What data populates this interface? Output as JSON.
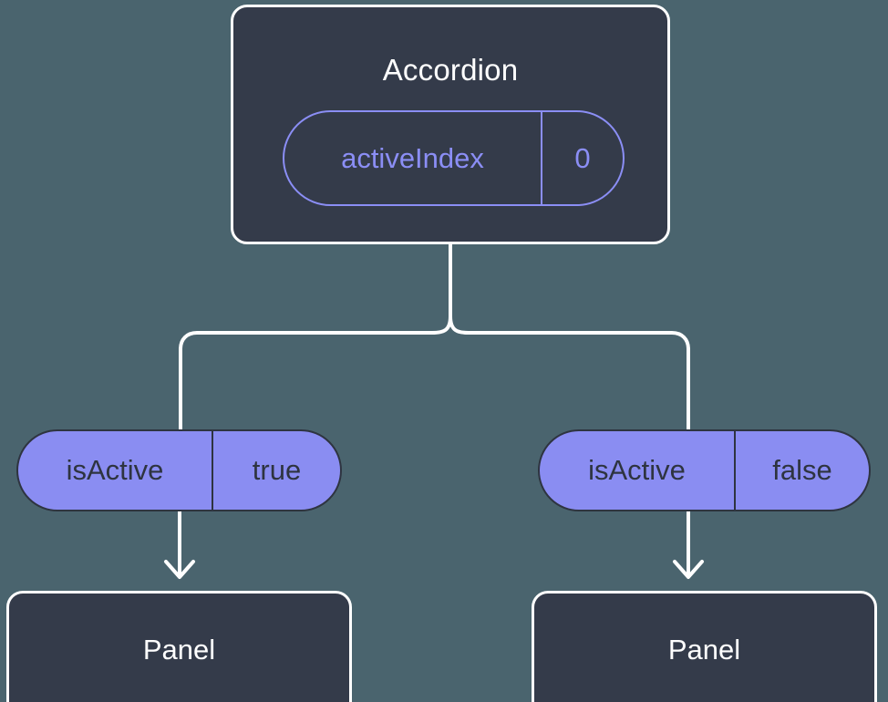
{
  "diagram": {
    "type": "component-tree",
    "background_color": "#4a646e",
    "node_fill_color": "#343b4a",
    "node_border_color": "#ffffff",
    "accent_color": "#8b8ef5",
    "pill_fill_color": "#8a8df2",
    "pill_text_color": "#2e3440",
    "connector_color": "#ffffff"
  },
  "accordion": {
    "title": "Accordion",
    "state_pill": {
      "key": "activeIndex",
      "value": "0"
    }
  },
  "children": [
    {
      "prop_pill": {
        "key": "isActive",
        "value": "true"
      },
      "panel_title": "Panel"
    },
    {
      "prop_pill": {
        "key": "isActive",
        "value": "false"
      },
      "panel_title": "Panel"
    }
  ]
}
